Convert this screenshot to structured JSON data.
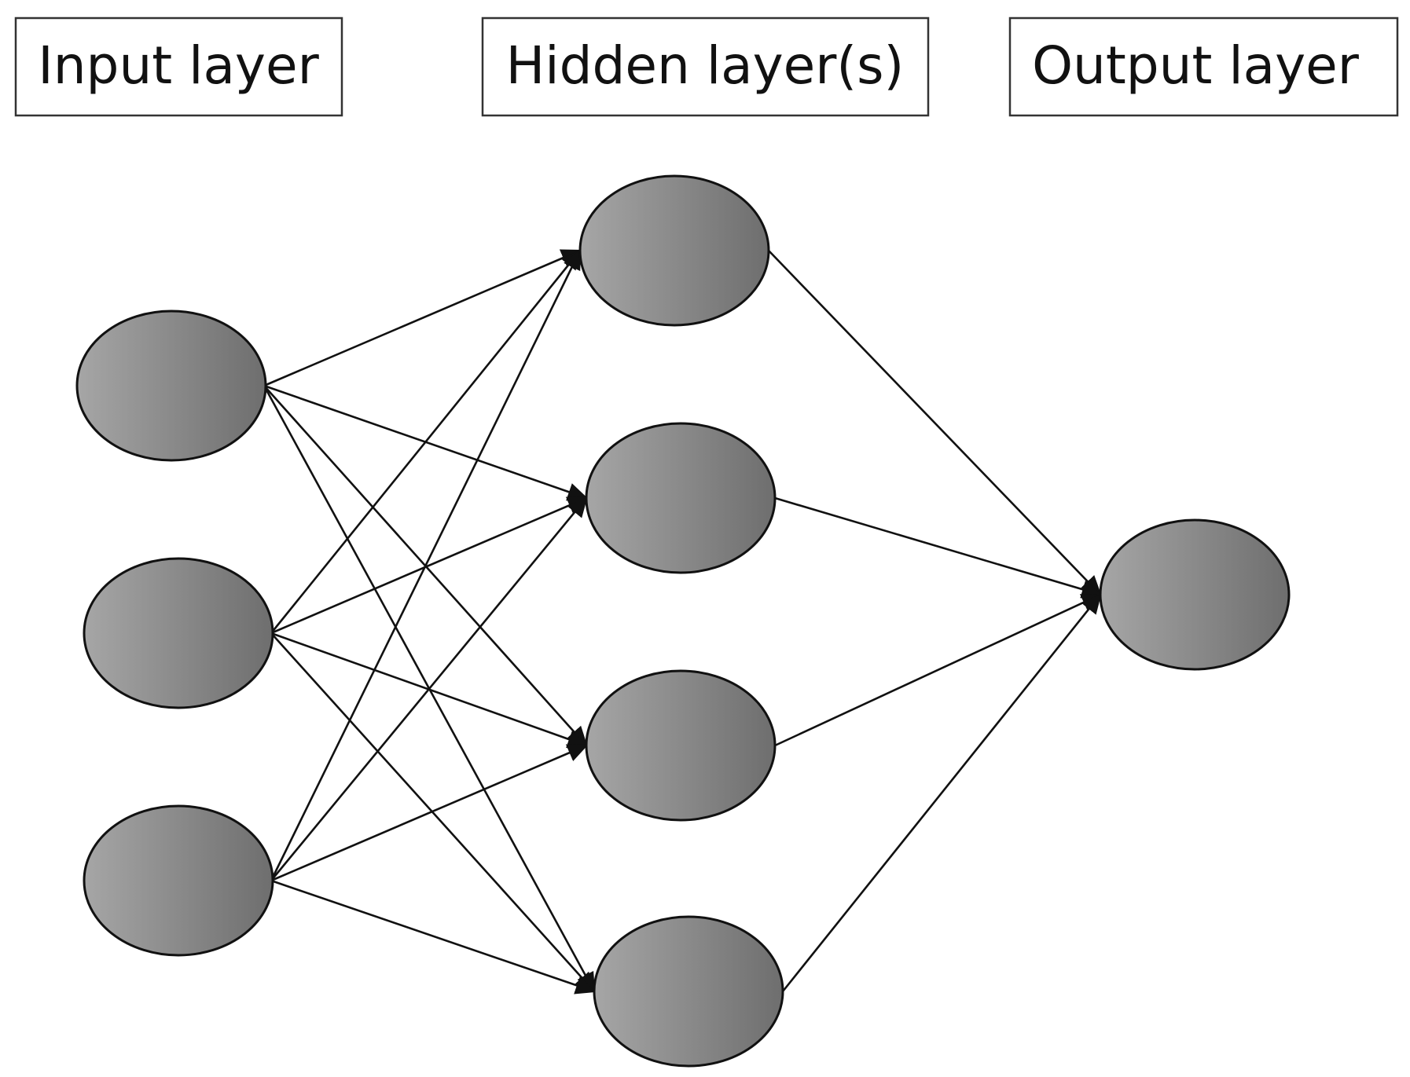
{
  "layers": {
    "input": {
      "label": "Input layer",
      "node_count": 3
    },
    "hidden": {
      "label": "Hidden layer(s)",
      "node_count": 4
    },
    "output": {
      "label": "Output layer",
      "node_count": 1
    }
  },
  "connections": "fully-connected",
  "colors": {
    "node_fill_light": "#a6a6a6",
    "node_fill_dark": "#6e6e6e",
    "stroke": "#111111",
    "label_border": "#333333"
  }
}
